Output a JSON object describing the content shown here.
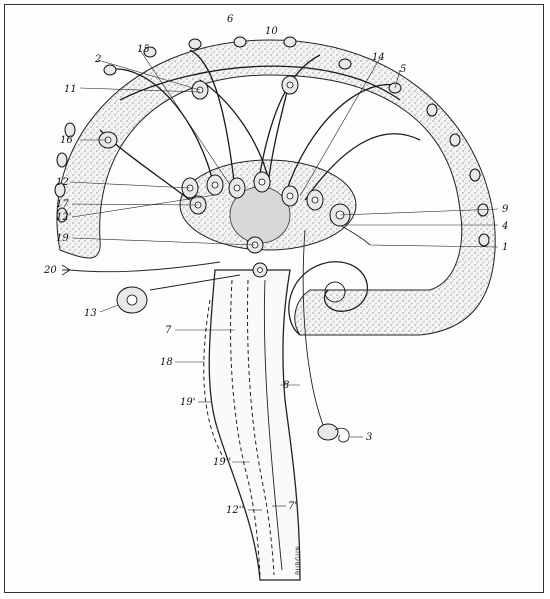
{
  "labels": {
    "l0": "6",
    "l10": "10",
    "l2": "2",
    "l15": "15",
    "l14": "14",
    "l5": "5",
    "l11": "11",
    "l16": "16",
    "l12": "12",
    "l17": "17",
    "l12p": "12'",
    "l19": "19",
    "l20": "20",
    "l13": "13",
    "l7": "7",
    "l18": "18",
    "l19p": "19'",
    "l19pp": "19''",
    "l12pp": "12''",
    "l7p": "7'",
    "l8": "8",
    "l3": "3",
    "l9": "9",
    "l4": "4",
    "l1": "1"
  },
  "signature": "BURGUN",
  "colors": {
    "ink": "#1a1a1a",
    "stipple": "#c8c8c8",
    "paper": "#fdfdfb"
  }
}
